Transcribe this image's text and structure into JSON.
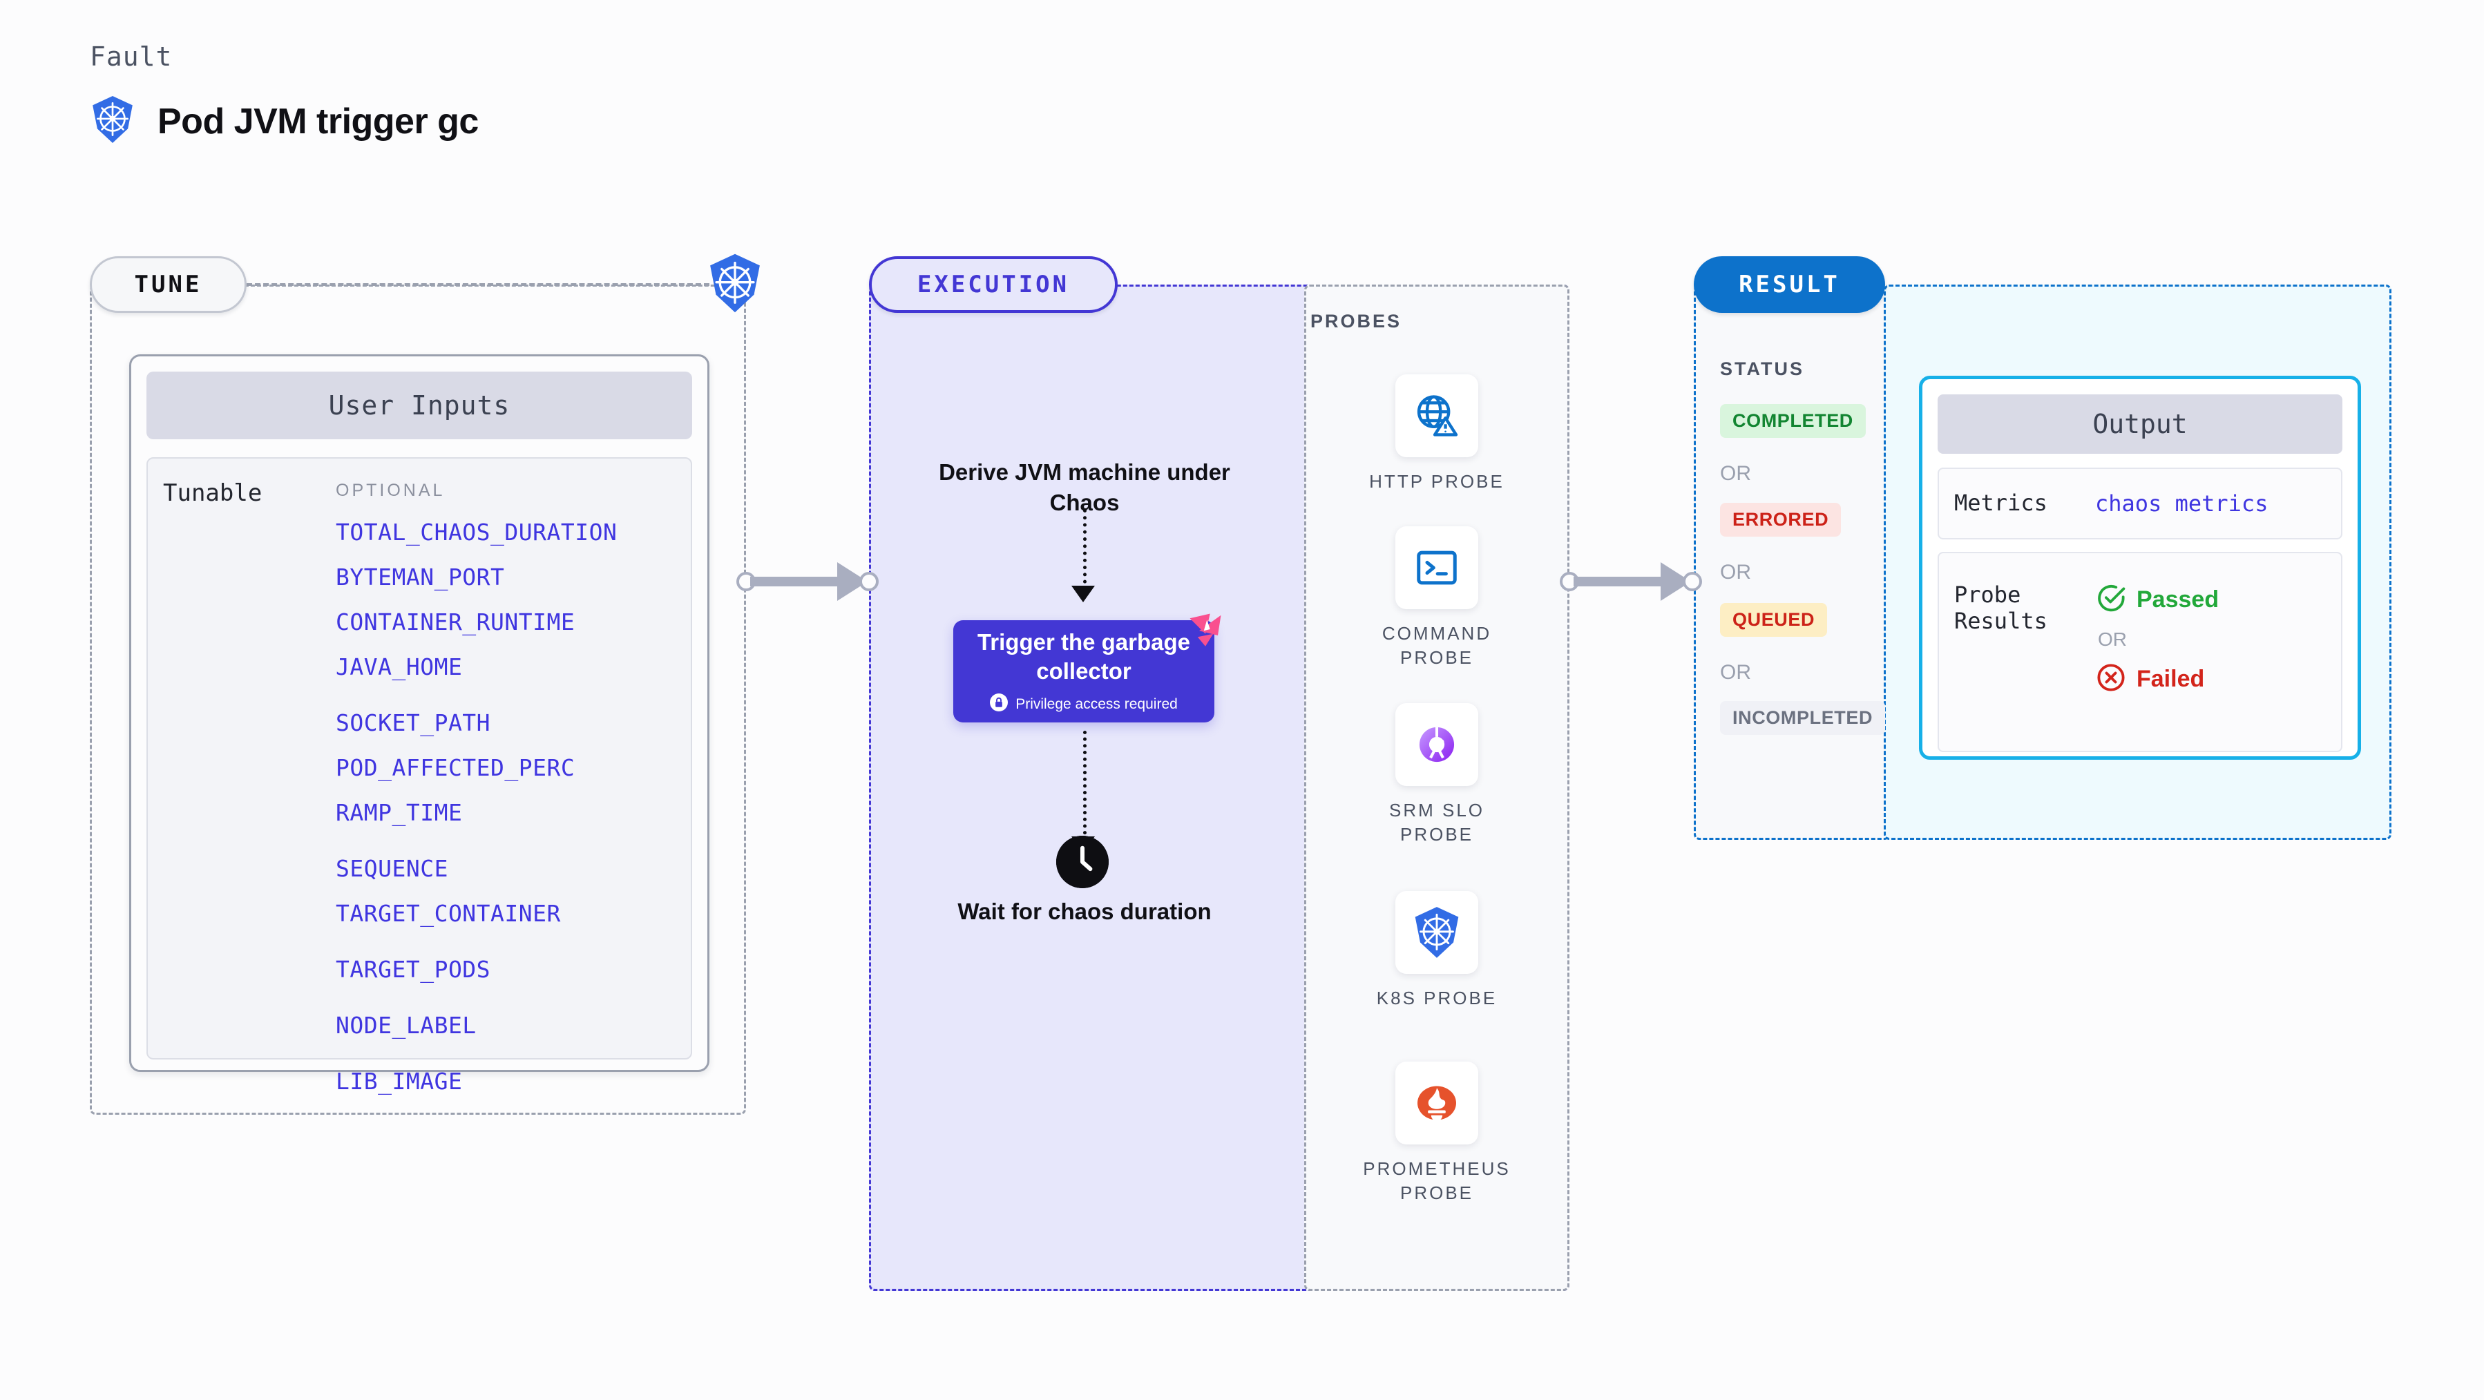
{
  "header": {
    "kicker": "Fault",
    "title": "Pod JVM trigger gc",
    "icon": "kubernetes-icon"
  },
  "stages": {
    "tune": "TUNE",
    "execution": "EXECUTION",
    "result": "RESULT"
  },
  "tune": {
    "platform_icon": "kubernetes-icon",
    "card_title": "User Inputs",
    "row_label": "Tunable",
    "column_header": "OPTIONAL",
    "tunables": [
      "TOTAL_CHAOS_DURATION",
      "BYTEMAN_PORT",
      "CONTAINER_RUNTIME",
      "JAVA_HOME",
      "SOCKET_PATH",
      "POD_AFFECTED_PERC",
      "RAMP_TIME",
      "SEQUENCE",
      "TARGET_CONTAINER",
      "TARGET_PODS",
      "NODE_LABEL",
      "LIB_IMAGE"
    ]
  },
  "execution": {
    "step_1": "Derive JVM machine under Chaos",
    "action_card": {
      "title": "Trigger the garbage collector",
      "privilege_note": "Privilege access required",
      "privilege_icon": "lock-icon",
      "corner_badge_icon": "litmus-icon"
    },
    "step_2": "Wait for chaos duration",
    "step_2_icon": "clock-icon"
  },
  "probes": {
    "label": "PROBES",
    "items": [
      {
        "name": "HTTP PROBE",
        "icon": "globe-warning-icon"
      },
      {
        "name": "COMMAND PROBE",
        "icon": "terminal-icon"
      },
      {
        "name": "SRM SLO PROBE",
        "icon": "srm-slo-icon"
      },
      {
        "name": "K8S PROBE",
        "icon": "kubernetes-icon"
      },
      {
        "name": "PROMETHEUS PROBE",
        "icon": "prometheus-icon"
      }
    ]
  },
  "result": {
    "status_label": "STATUS",
    "or_label": "OR",
    "statuses": [
      {
        "label": "COMPLETED",
        "bg": "#d9f5dd",
        "fg": "#128531"
      },
      {
        "label": "ERRORED",
        "bg": "#fce4e2",
        "fg": "#cc2218"
      },
      {
        "label": "QUEUED",
        "bg": "#fdeec4",
        "fg": "#cc2218"
      },
      {
        "label": "INCOMPLETED",
        "bg": "#f0f1f6",
        "fg": "#6b7180"
      }
    ]
  },
  "output": {
    "title": "Output",
    "metrics_key": "Metrics",
    "metrics_value": "chaos metrics",
    "probe_results_key": "Probe Results",
    "passed_label": "Passed",
    "passed_icon": "check-circle-icon",
    "or_label": "OR",
    "failed_label": "Failed",
    "failed_icon": "x-circle-icon"
  },
  "colors": {
    "accent_purple": "#4337d4",
    "accent_blue": "#0d72cb",
    "tunable_link": "#3f35e0",
    "cyan": "#17b0e8",
    "pink": "#f9508f"
  }
}
